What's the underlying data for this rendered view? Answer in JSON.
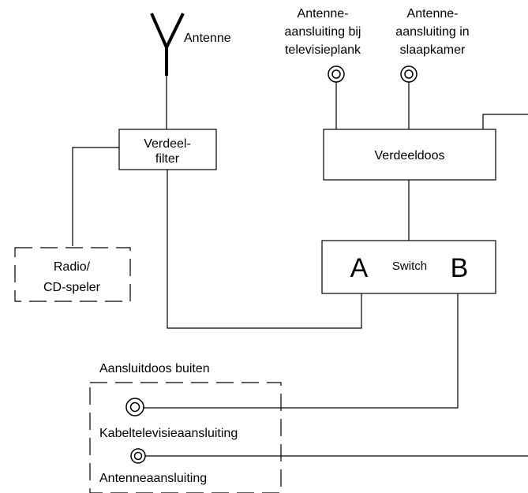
{
  "antenna": {
    "label": "Antenne"
  },
  "tv_socket": {
    "line1": "Antenne-",
    "line2": "aansluiting bij",
    "line3": "televisieplank"
  },
  "bedroom_socket": {
    "line1": "Antenne-",
    "line2": "aansluiting in",
    "line3": "slaapkamer"
  },
  "splitter_filter": {
    "line1": "Verdeel-",
    "line2": "filter"
  },
  "distribution_box": {
    "label": "Verdeeldoos"
  },
  "radio": {
    "line1": "Radio/",
    "line2": "CD-speler"
  },
  "switch": {
    "a": "A",
    "label": "Switch",
    "b": "B"
  },
  "outdoor_box": {
    "title": "Aansluitdoos buiten",
    "cable_label": "Kabeltelevisieaansluiting",
    "antenna_label": "Antenneaansluiting"
  }
}
